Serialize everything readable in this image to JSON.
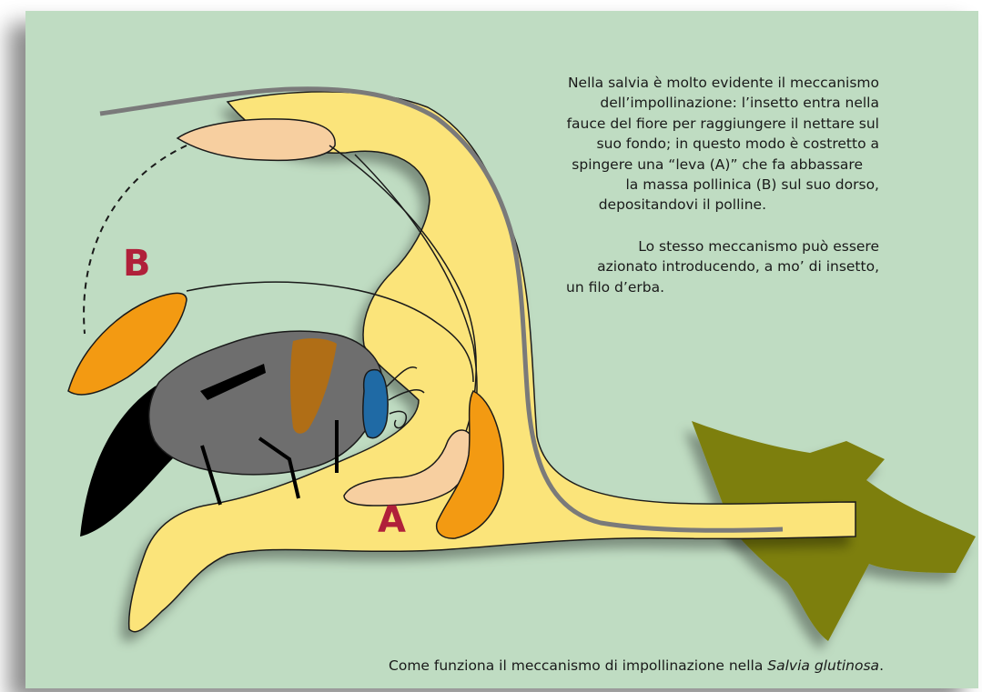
{
  "paragraph1": [
    "Nella salvia è molto evidente il meccanismo",
    "dell’impollinazione: l’insetto entra nella",
    "fauce del fiore per raggiungere il nettare sul",
    "suo fondo; in questo modo è costretto a",
    "spingere una “leva (A)” che fa abbassare",
    "la massa pollinica (B) sul suo dorso,",
    "depositandovi il polline."
  ],
  "paragraph2": [
    "Lo stesso meccanismo può essere",
    "azionato introducendo, a mo’ di insetto,",
    "un filo d’erba."
  ],
  "caption": {
    "prefix": "Come funziona il meccanismo di impollinazione nella ",
    "species": "Salvia glutinosa",
    "suffix": "."
  },
  "labels": {
    "a": "A",
    "b": "B"
  },
  "colors": {
    "background": "#bfdcc2",
    "corolla": "#fbe47a",
    "anther_orange": "#f39a12",
    "anther_pale": "#f7cfa0",
    "calyx": "#7d7f0a",
    "insect_body": "#6e6e6e",
    "insect_eye": "#1f6aa5",
    "insect_mark": "#b06e16",
    "style_line": "#7a7a7a",
    "label": "#b0203a"
  }
}
